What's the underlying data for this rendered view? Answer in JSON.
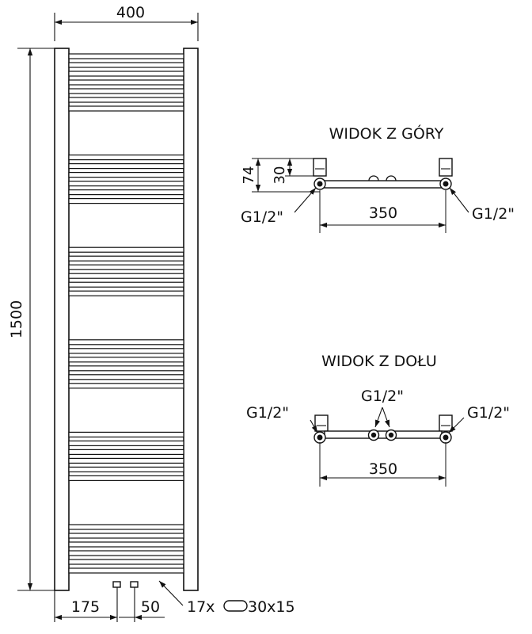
{
  "front_view": {
    "width_label": "400",
    "height_label": "1500",
    "pipe_spacing_label": "175",
    "inlet_spacing_label": "50",
    "tubes_label_prefix": "17x",
    "tubes_label_suffix": "30x15",
    "tube_groups": [
      7,
      6,
      6,
      6,
      6,
      6
    ]
  },
  "top_view": {
    "title": "WIDOK Z GÓRY",
    "dim_74": "74",
    "dim_30": "30",
    "left_thread": "G1/2\"",
    "right_thread": "G1/2\"",
    "span_label": "350"
  },
  "bottom_view": {
    "title": "WIDOK Z DOŁU",
    "left_thread": "G1/2\"",
    "center_thread": "G1/2\"",
    "right_thread": "G1/2\"",
    "span_label": "350"
  }
}
